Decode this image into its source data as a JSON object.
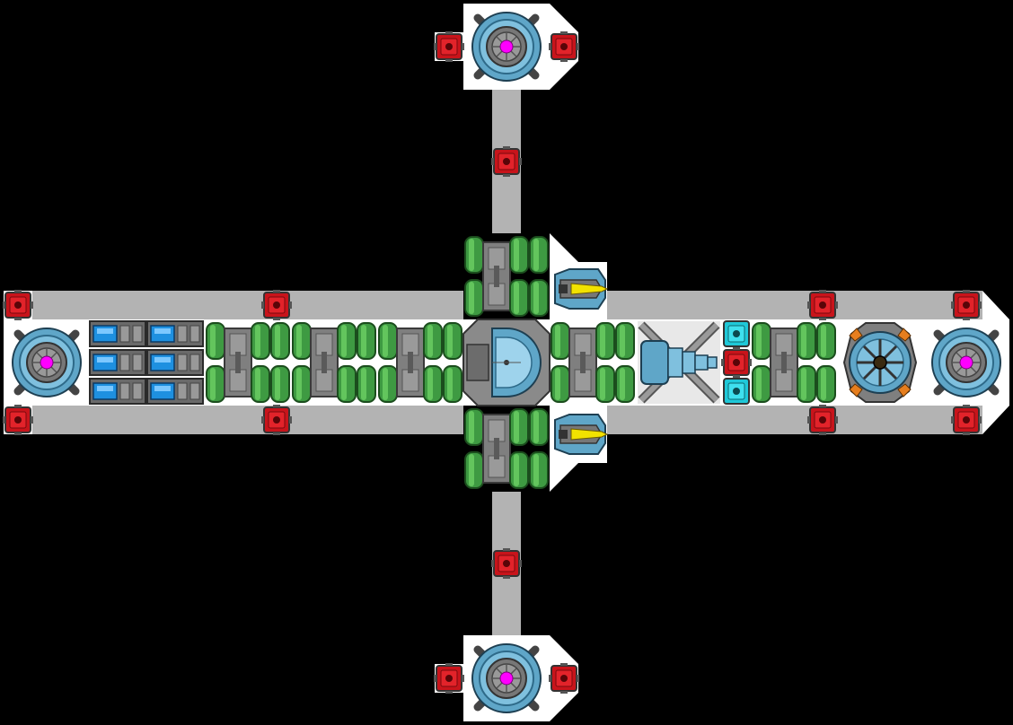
{
  "scene": "ship-builder",
  "colors": {
    "background": "#000000",
    "hull_white": "#ffffff",
    "beam_gray": "#b3b3b3",
    "block_green": "#3e9a42",
    "block_green_light": "#63c55d",
    "pipe_gray": "#7f7f7f",
    "shield_blue": "#5fa6c8",
    "core_magenta": "#ff00ff",
    "armor_red": "#c8141b",
    "cyan_node": "#1fc8d8",
    "weapon_yellow": "#f2e200",
    "battery_blue": "#1e90e0",
    "orange_accent": "#e67e1e"
  },
  "modules": [
    {
      "type": "shield-generator",
      "count": 4
    },
    {
      "type": "reactor-core",
      "count": 1
    },
    {
      "type": "green-storage-block",
      "count": 7
    },
    {
      "type": "battery-rack",
      "count": 2
    },
    {
      "type": "plasma-thruster",
      "count": 1
    },
    {
      "type": "turret",
      "count": 2
    },
    {
      "type": "armor-node",
      "count": 16
    },
    {
      "type": "cyan-node",
      "count": 2
    },
    {
      "type": "gyro",
      "count": 1
    }
  ]
}
